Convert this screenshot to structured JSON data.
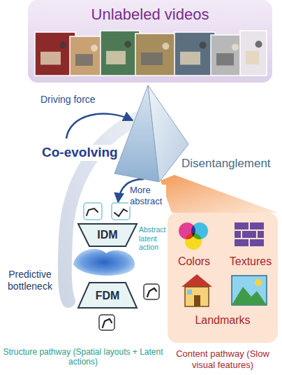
{
  "diagram": {
    "nodes": [
      {
        "text": [
          "Unlabeled videos"
        ]
      },
      {
        "text": [
          "Disentanglement"
        ]
      },
      {
        "text": [
          "IDM"
        ]
      },
      {
        "text": [
          "FDM"
        ]
      },
      {
        "text": [
          "Colors",
          "Textures",
          "Landmarks",
          "Content pathway (Slow visual features)"
        ]
      }
    ],
    "edges": [
      {
        "from": 1,
        "to": 2,
        "arrow": "to",
        "label": "More abstract"
      }
    ],
    "labels": [
      "Driving force",
      "Co-evolving",
      "Abstract latent action",
      "Predictive bottleneck",
      "Structure pathway (Spatial layouts + Latent actions)"
    ]
  }
}
